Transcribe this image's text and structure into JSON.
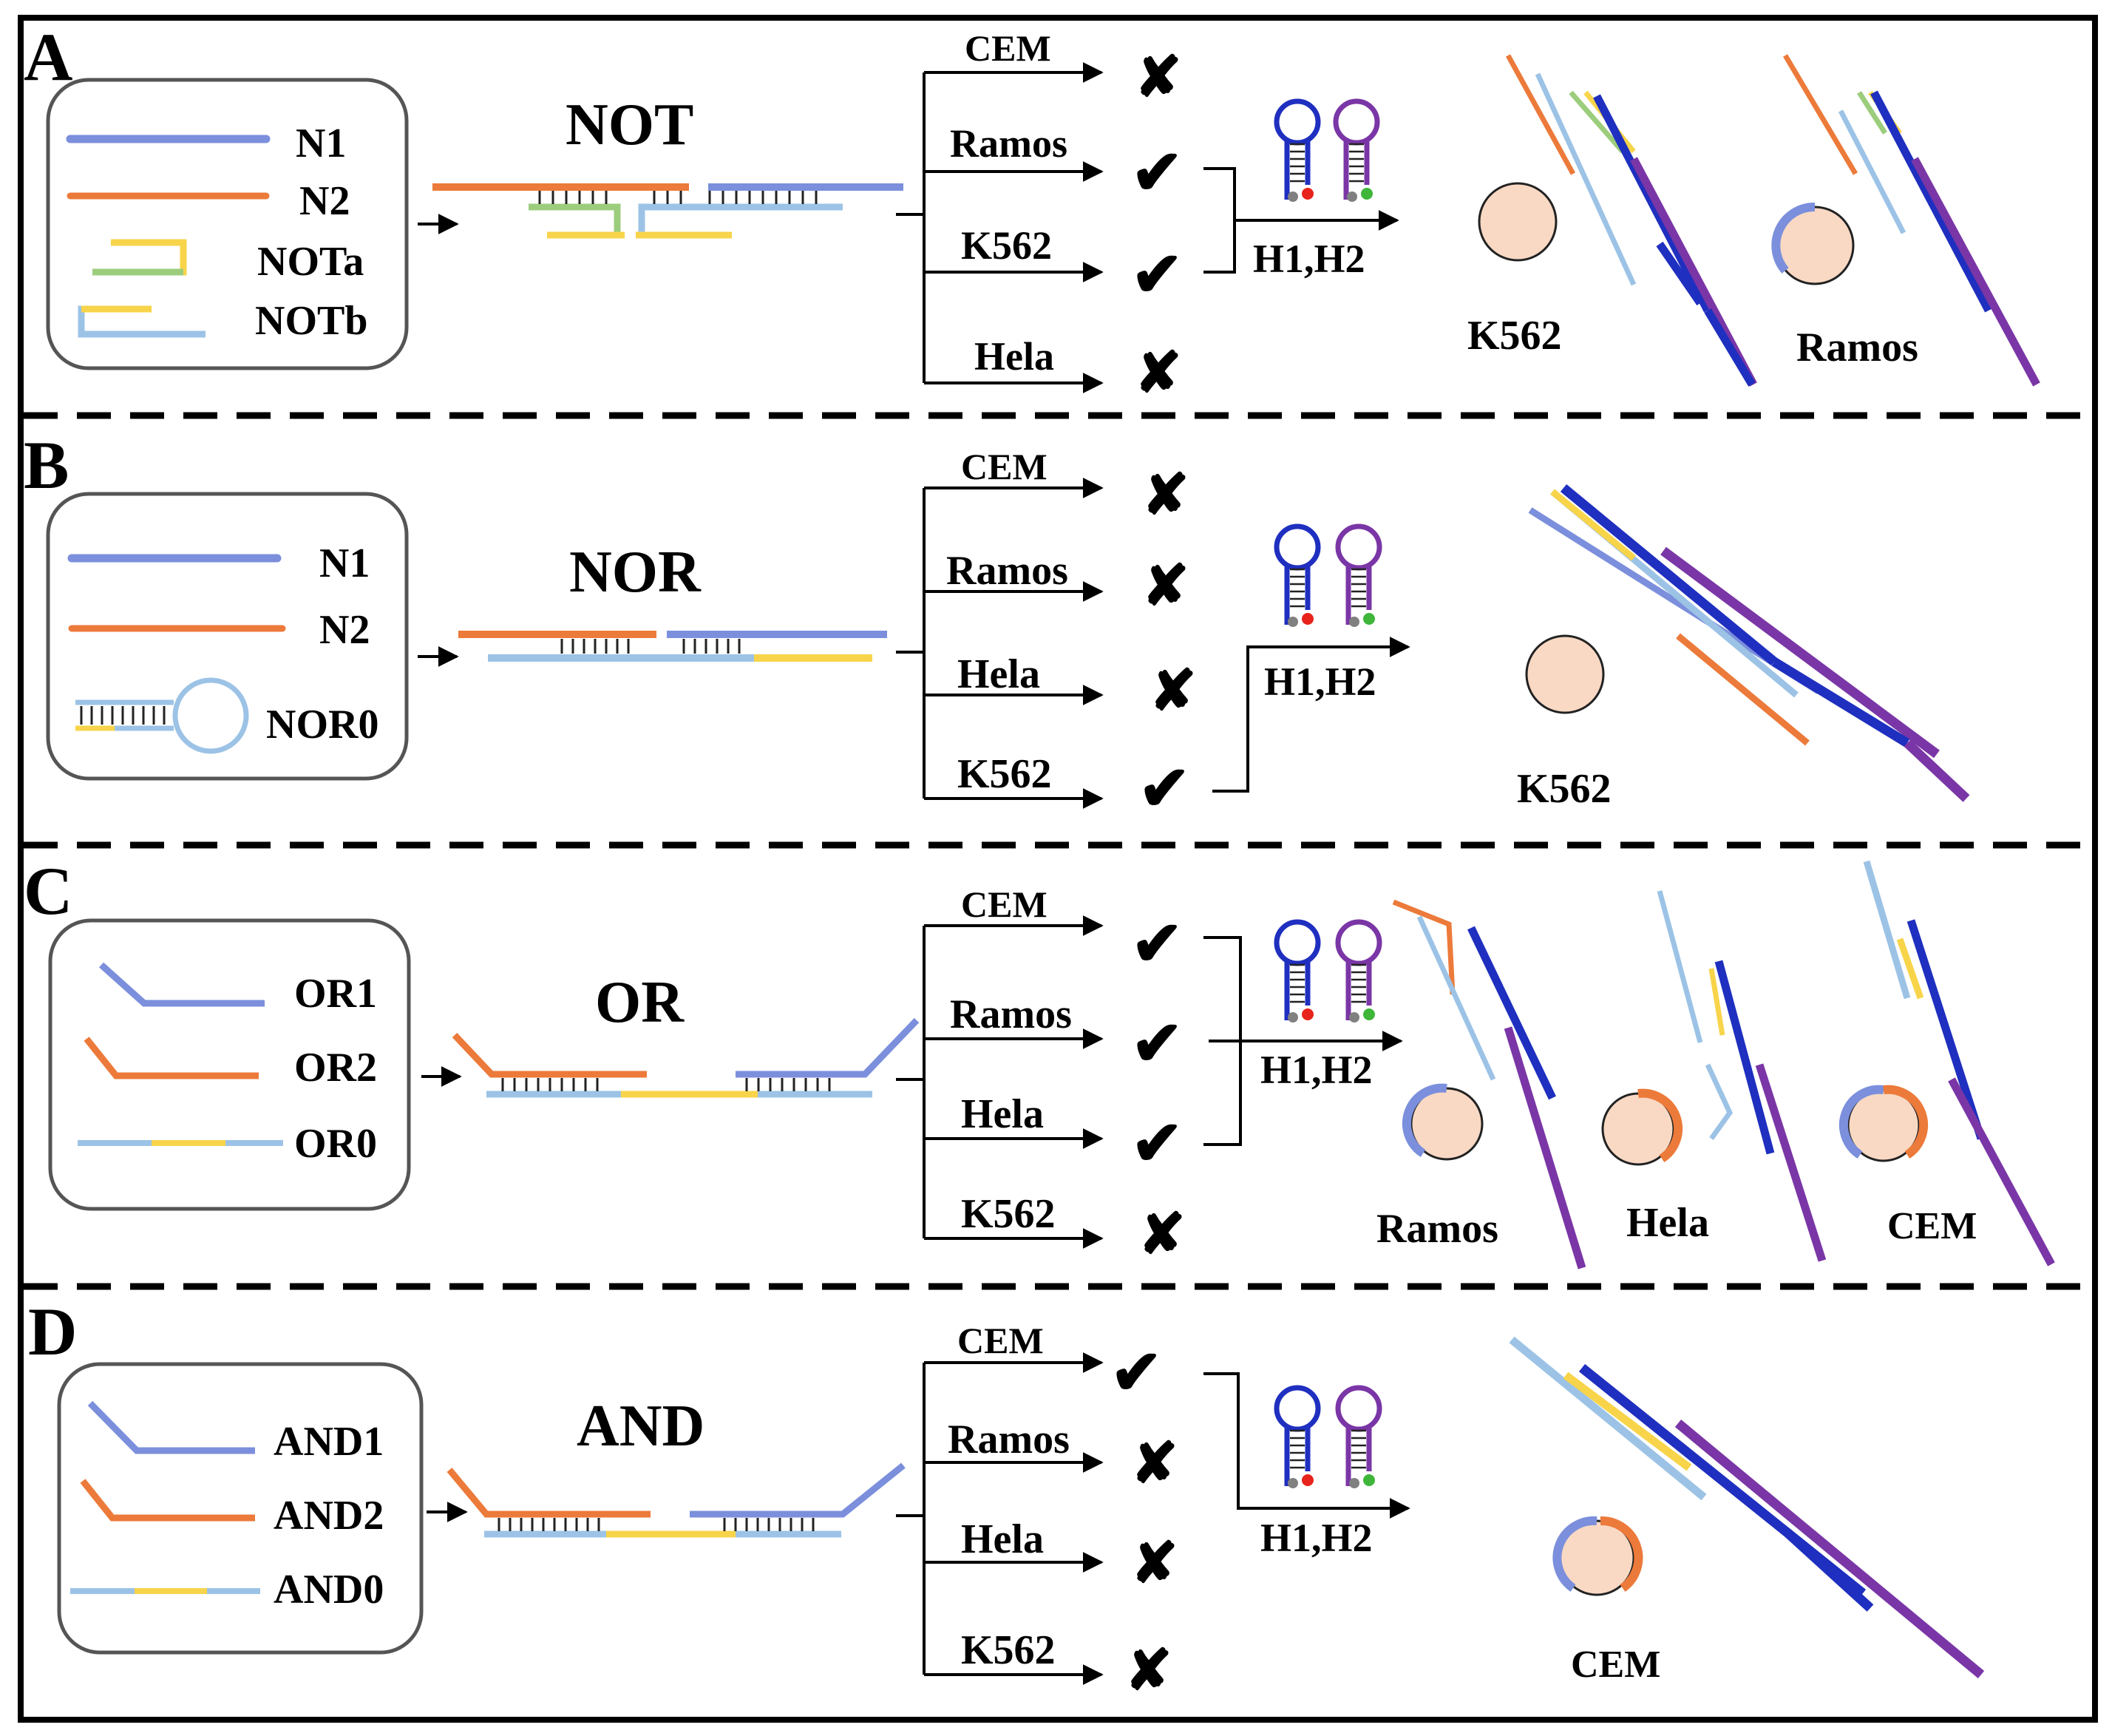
{
  "panels": [
    {
      "letter": "A",
      "gate": "NOT",
      "legend": [
        "N1",
        "N2",
        "NOTa",
        "NOTb"
      ],
      "cells": [
        {
          "name": "CEM",
          "result": "✘"
        },
        {
          "name": "Ramos",
          "result": "✔"
        },
        {
          "name": "K562",
          "result": "✔"
        },
        {
          "name": "Hela",
          "result": "✘"
        }
      ],
      "hairpins": "H1,H2",
      "outputs": [
        "K562",
        "Ramos"
      ]
    },
    {
      "letter": "B",
      "gate": "NOR",
      "legend": [
        "N1",
        "N2",
        "NOR0"
      ],
      "cells": [
        {
          "name": "CEM",
          "result": "✘"
        },
        {
          "name": "Ramos",
          "result": "✘"
        },
        {
          "name": "Hela",
          "result": "✘"
        },
        {
          "name": "K562",
          "result": "✔"
        }
      ],
      "hairpins": "H1,H2",
      "outputs": [
        "K562"
      ]
    },
    {
      "letter": "C",
      "gate": "OR",
      "legend": [
        "OR1",
        "OR2",
        "OR0"
      ],
      "cells": [
        {
          "name": "CEM",
          "result": "✔"
        },
        {
          "name": "Ramos",
          "result": "✔"
        },
        {
          "name": "Hela",
          "result": "✔"
        },
        {
          "name": "K562",
          "result": "✘"
        }
      ],
      "hairpins": "H1,H2",
      "outputs": [
        "Ramos",
        "Hela",
        "CEM"
      ]
    },
    {
      "letter": "D",
      "gate": "AND",
      "legend": [
        "AND1",
        "AND2",
        "AND0"
      ],
      "cells": [
        {
          "name": "CEM",
          "result": "✔"
        },
        {
          "name": "Ramos",
          "result": "✘"
        },
        {
          "name": "Hela",
          "result": "✘"
        },
        {
          "name": "K562",
          "result": "✘"
        }
      ],
      "hairpins": "H1,H2",
      "outputs": [
        "CEM"
      ]
    }
  ],
  "colors": {
    "blue_strand": "#7b8fdc",
    "orange_strand": "#ec7a3a",
    "light_blue": "#9cc3e6",
    "yellow": "#f8d44a",
    "green": "#9ccd7c",
    "hairpin_blue": "#1f2fbf",
    "hairpin_purple": "#7a36a6",
    "cell_fill": "#f9d9c4",
    "fluor_red": "#e8231b",
    "fluor_green": "#3fb63a",
    "quencher_gray": "#808080"
  }
}
